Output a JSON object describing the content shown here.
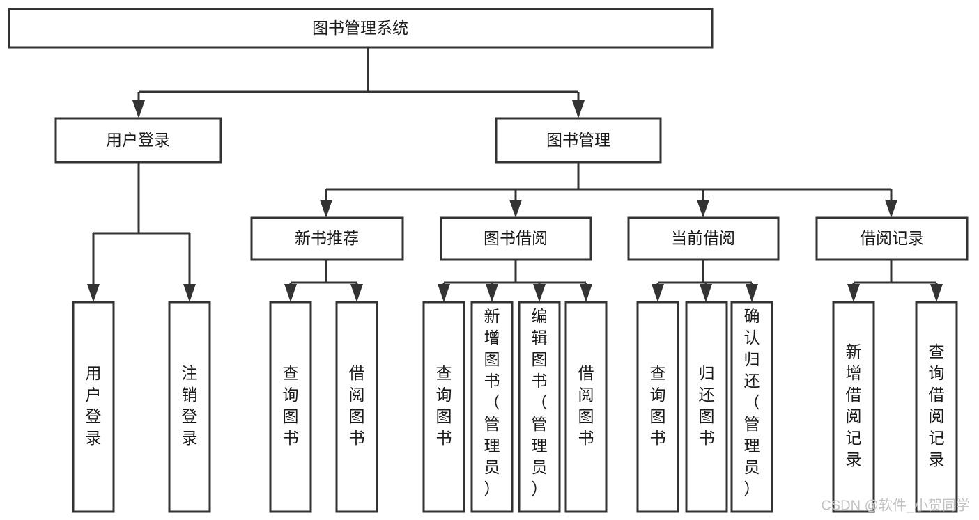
{
  "diagram": {
    "type": "tree",
    "title": "图书管理系统",
    "orientation": "top-down",
    "colors": {
      "box_stroke": "#333333",
      "box_fill": "#ffffff",
      "connector": "#333333",
      "text": "#1a1a1a",
      "background": "#ffffff",
      "watermark": "#c2c2c2"
    },
    "root": {
      "label": "图书管理系统",
      "orientation": "horizontal"
    },
    "level2": [
      {
        "label": "用户登录",
        "orientation": "horizontal"
      },
      {
        "label": "图书管理",
        "orientation": "horizontal"
      }
    ],
    "level3": [
      {
        "label": "新书推荐",
        "orientation": "horizontal"
      },
      {
        "label": "图书借阅",
        "orientation": "horizontal"
      },
      {
        "label": "当前借阅",
        "orientation": "horizontal"
      },
      {
        "label": "借阅记录",
        "orientation": "horizontal"
      }
    ],
    "leaves": {
      "user_login": [
        {
          "label": "用户登录",
          "orientation": "vertical"
        },
        {
          "label": "注销登录",
          "orientation": "vertical"
        }
      ],
      "new_book_recommend": [
        {
          "label": "查询图书",
          "orientation": "vertical"
        },
        {
          "label": "借阅图书",
          "orientation": "vertical"
        }
      ],
      "book_borrow": [
        {
          "label": "查询图书",
          "orientation": "vertical"
        },
        {
          "label": "新增图书（管理员）",
          "orientation": "vertical"
        },
        {
          "label": "编辑图书（管理员）",
          "orientation": "vertical"
        },
        {
          "label": "借阅图书",
          "orientation": "vertical"
        }
      ],
      "current_borrow": [
        {
          "label": "查询图书",
          "orientation": "vertical"
        },
        {
          "label": "归还图书",
          "orientation": "vertical"
        },
        {
          "label": "确认归还（管理员）",
          "orientation": "vertical"
        }
      ],
      "borrow_record": [
        {
          "label": "新增借阅记录",
          "orientation": "vertical"
        },
        {
          "label": "查询借阅记录",
          "orientation": "vertical"
        }
      ]
    }
  },
  "watermark": {
    "text": "CSDN @软件_小贺同学"
  }
}
